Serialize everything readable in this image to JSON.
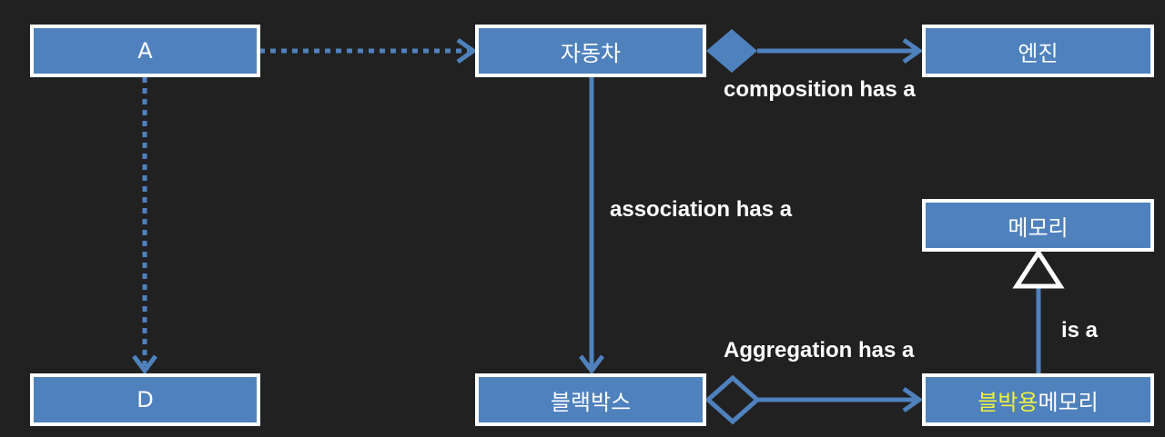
{
  "colors": {
    "background": "#212121",
    "box_fill": "#4f81bd",
    "box_border": "#ffffff",
    "connector": "#4f81bd",
    "label_text": "#ffffff",
    "highlight_text": "#f2f23a"
  },
  "boxes": {
    "a": "A",
    "d": "D",
    "car": "자동차",
    "engine": "엔진",
    "blackbox": "블랙박스",
    "memory": "메모리",
    "blackbox_memory": {
      "highlight": "블박용",
      "rest": "메모리"
    }
  },
  "relations": {
    "composition": "composition has a",
    "association": "association has a",
    "aggregation": "Aggregation has a",
    "inheritance": "is a"
  }
}
